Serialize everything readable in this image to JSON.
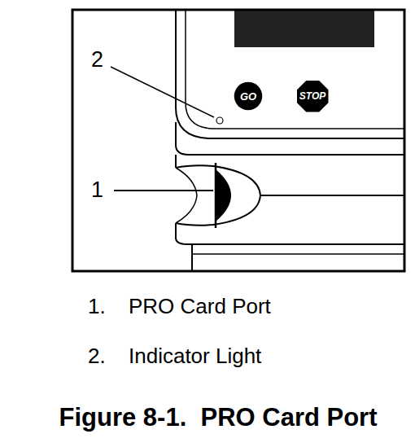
{
  "diagram": {
    "caption": "Figure 8-1.  PRO Card Port",
    "nodes": [
      {
        "text": [
          "GO"
        ]
      },
      {
        "text": [
          "STOP"
        ]
      }
    ],
    "labels": [
      "2",
      "1",
      "1.",
      "PRO Card Port",
      "2.",
      "Indicator Light"
    ]
  }
}
